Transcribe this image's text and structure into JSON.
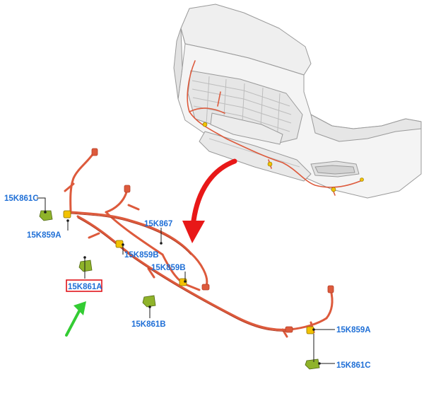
{
  "diagram": {
    "colors": {
      "harness": "#dd5a3c",
      "harness_dark": "#b53e26",
      "sensor": "#f2c200",
      "bracket": "#8fb32a",
      "label": "#1f6fd6",
      "highlight_box": "#e0141a",
      "big_arrow": "#e81818",
      "green_arrow": "#33cc33",
      "bumper_line": "#9a9a9a"
    },
    "icons": {
      "view_arrow": "curved-red-arrow-icon",
      "pointer_arrow": "green-arrow-icon"
    },
    "labels": {
      "l1": "15K861C",
      "l2": "15K859A",
      "l3": "15K867",
      "l4": "15K859B",
      "l5": "15K861A",
      "l6": "15K859B",
      "l7": "15K861B",
      "l8": "15K859A",
      "l9": "15K861C"
    },
    "highlighted_label": "15K861A"
  }
}
